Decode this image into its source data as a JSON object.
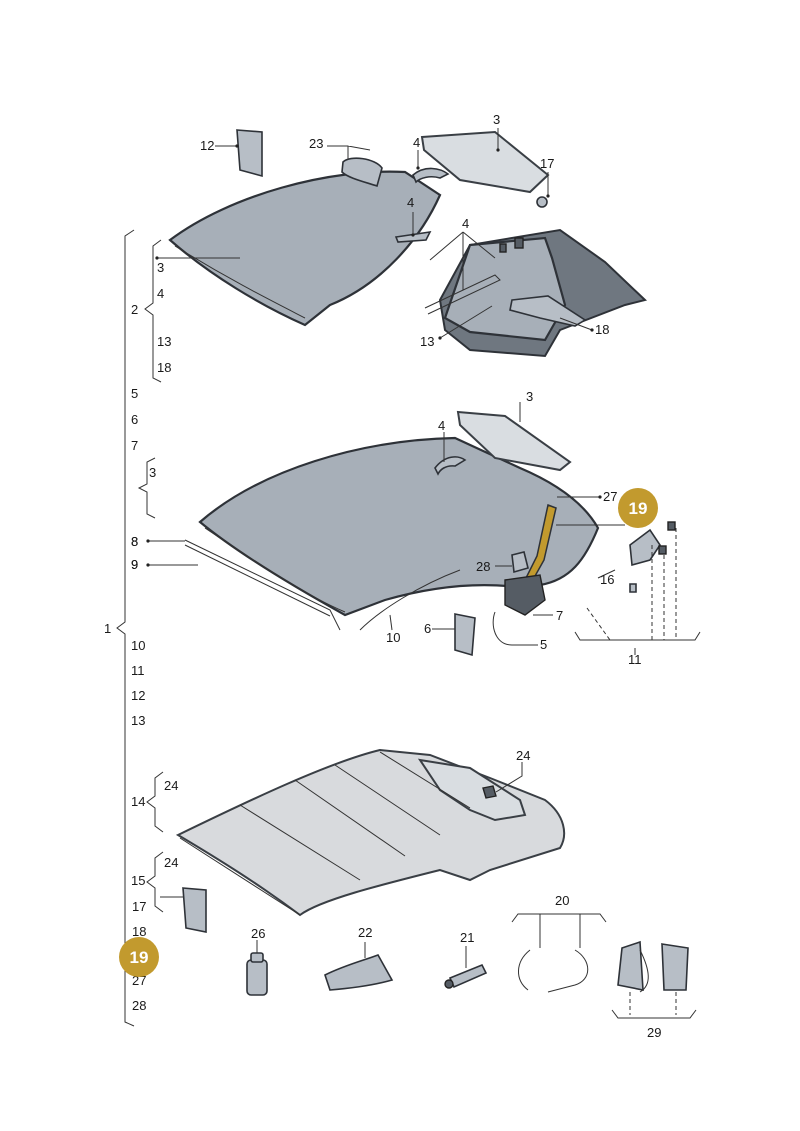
{
  "highlight_color": "#c29a2e",
  "labels": {
    "top": {
      "p12": "12",
      "p23": "23",
      "p3": "3",
      "p17": "17",
      "p4a": "4",
      "p4b": "4",
      "p4c": "4",
      "p18": "18",
      "p13": "13"
    },
    "mid": {
      "p3": "3",
      "p4": "4",
      "p27": "27",
      "p19": "19",
      "p8": "8",
      "p9": "9",
      "p28": "28",
      "p16": "16",
      "p7": "7",
      "p6": "6",
      "p5": "5",
      "p10": "10",
      "p11": "11"
    },
    "bottom": {
      "p24": "24"
    },
    "accessories": {
      "p26": "26",
      "p22": "22",
      "p21": "21",
      "p20": "20",
      "p29": "29"
    }
  },
  "index": {
    "i1": "1",
    "i2": "2",
    "i3a": "3",
    "i4": "4",
    "i13a": "13",
    "i18a": "18",
    "i5": "5",
    "i6": "6",
    "i7": "7",
    "i3b": "3",
    "i8": "8",
    "i9": "9",
    "i10": "10",
    "i11": "11",
    "i12": "12",
    "i13b": "13",
    "i14": "14",
    "i24a": "24",
    "i15": "15",
    "i24b": "24",
    "i17": "17",
    "i18b": "18",
    "i19": "19",
    "i27": "27",
    "i28": "28"
  }
}
